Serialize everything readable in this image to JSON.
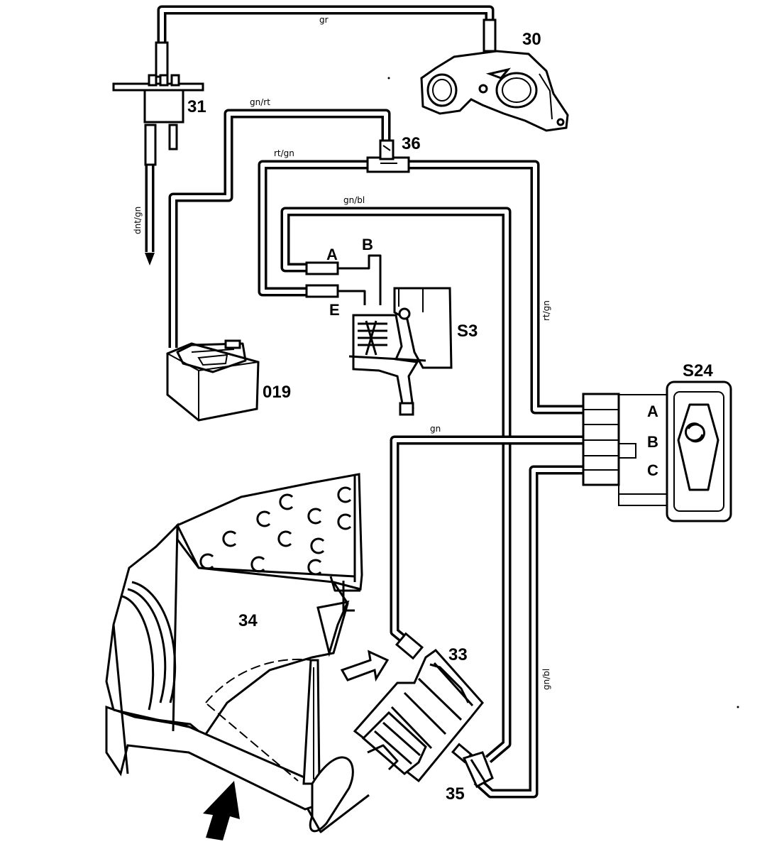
{
  "callouts": {
    "c30": "30",
    "c31": "31",
    "c36": "36",
    "c019": "019",
    "s3": "S3",
    "s24": "S24",
    "c33": "33",
    "c34": "34",
    "c35": "35"
  },
  "ports": {
    "a": "A",
    "b": "B",
    "e": "E",
    "s24_a": "A",
    "s24_b": "B",
    "s24_c": "C"
  },
  "wire_colors": {
    "gr": "gr",
    "gn_rt": "gn/rt",
    "rt_gn_top": "rt/gn",
    "gn_bl_top": "gn/bl",
    "dnt_gn": "dnt/gn",
    "rt_gn_right": "rt/gn",
    "gn": "gn",
    "gn_bl_right": "gn/bl"
  }
}
